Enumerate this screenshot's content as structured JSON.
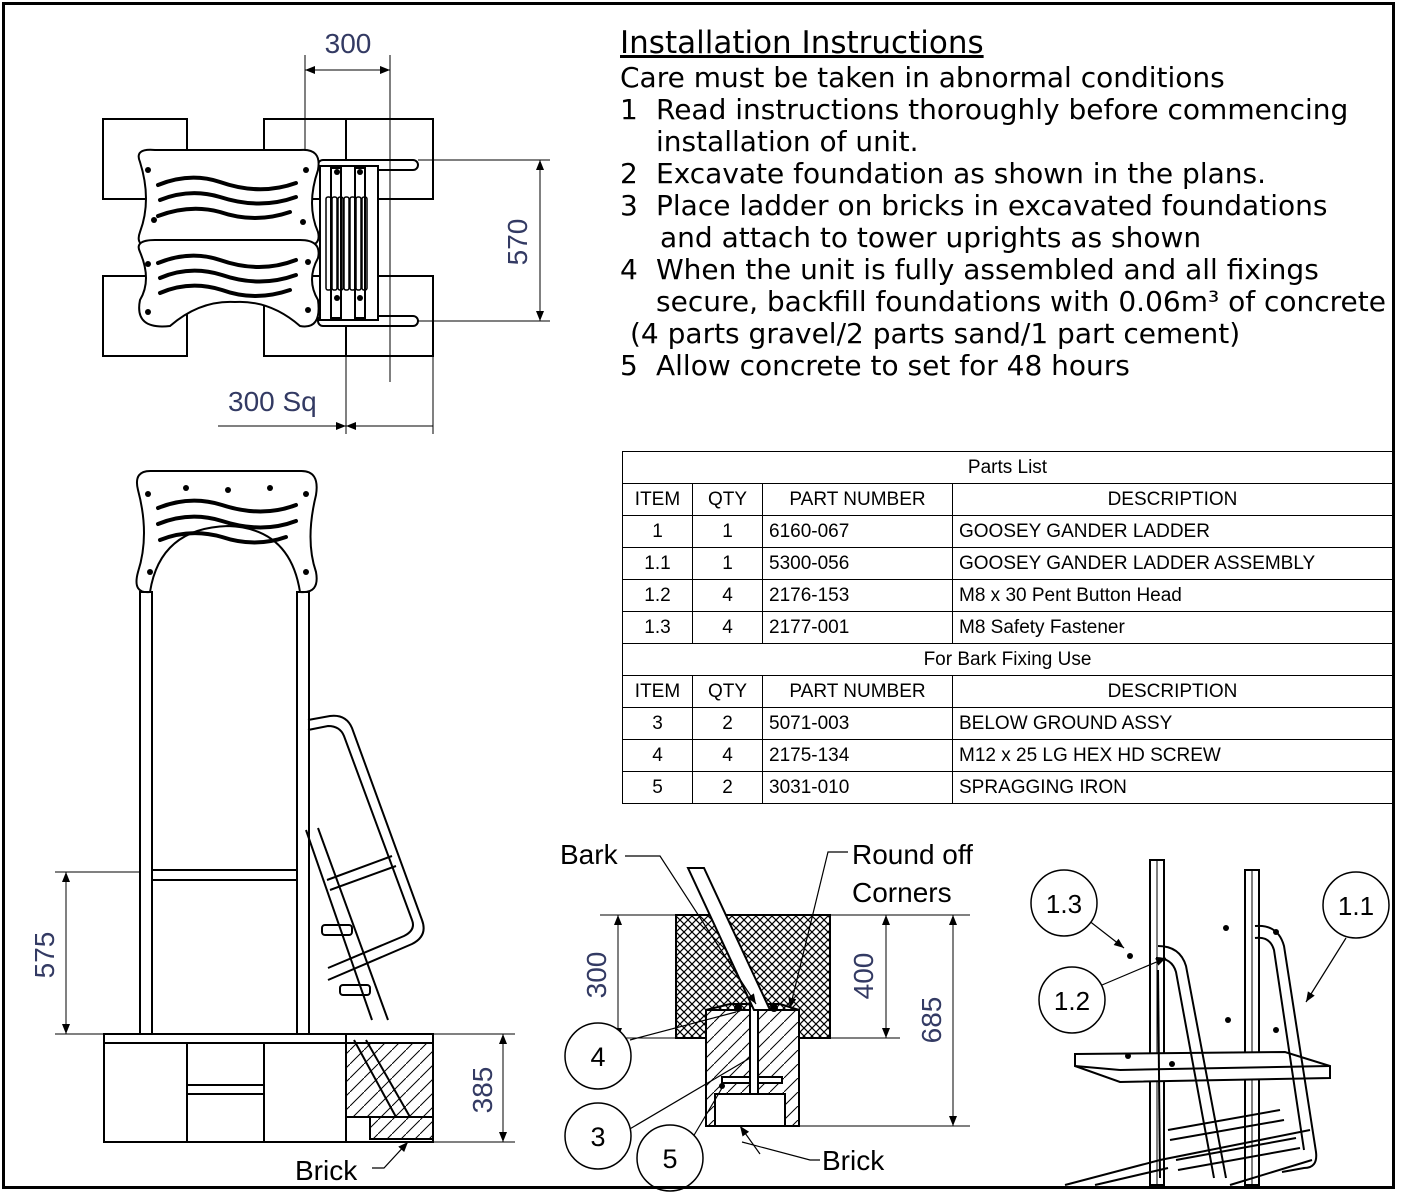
{
  "instructions": {
    "title": "Installation Instructions",
    "intro": "Care must be taken in abnormal conditions",
    "steps": [
      {
        "num": "1",
        "lines": [
          "Read instructions thoroughly before commencing",
          "installation of unit."
        ]
      },
      {
        "num": "2",
        "lines": [
          "Excavate foundation as shown in the plans."
        ]
      },
      {
        "num": "3",
        "lines": [
          "Place ladder on bricks in excavated foundations",
          "and attach to tower uprights as shown"
        ]
      },
      {
        "num": "4",
        "lines": [
          "When the unit is fully assembled and all fixings",
          "secure, backfill foundations with 0.06m³ of concrete",
          "(4 parts gravel/2 parts sand/1 part cement)"
        ]
      },
      {
        "num": "5",
        "lines": [
          "Allow concrete to set for 48 hours"
        ]
      }
    ]
  },
  "parts_list": {
    "title": "Parts List",
    "headers": [
      "ITEM",
      "QTY",
      "PART NUMBER",
      "DESCRIPTION"
    ],
    "rows": [
      [
        "1",
        "1",
        "6160-067",
        "GOOSEY GANDER LADDER"
      ],
      [
        "1.1",
        "1",
        "5300-056",
        "GOOSEY GANDER LADDER ASSEMBLY"
      ],
      [
        "1.2",
        "4",
        "2176-153",
        "M8 x 30 Pent Button Head"
      ],
      [
        "1.3",
        "4",
        "2177-001",
        "M8 Safety Fastener"
      ]
    ],
    "bark_title": "For Bark Fixing Use",
    "bark_headers": [
      "ITEM",
      "QTY",
      "PART NUMBER",
      "DESCRIPTION"
    ],
    "bark_rows": [
      [
        "3",
        "2",
        "5071-003",
        "BELOW GROUND ASSY"
      ],
      [
        "4",
        "4",
        "2175-134",
        "M12 x 25 LG HEX HD SCREW"
      ],
      [
        "5",
        "2",
        "3031-010",
        "SPRAGGING IRON"
      ]
    ]
  },
  "dimensions": {
    "top_width": "300",
    "top_height": "570",
    "top_square": "300 Sq",
    "front_height": "575",
    "front_depth": "385",
    "section_300": "300",
    "section_400": "400",
    "section_685": "685"
  },
  "labels": {
    "brick_front": "Brick",
    "bark": "Bark",
    "round_off_1": "Round off",
    "round_off_2": "Corners",
    "brick_section": "Brick"
  },
  "balloons": {
    "b4": "4",
    "b3": "3",
    "b5": "5",
    "b13": "1.3",
    "b12": "1.2",
    "b11": "1.1"
  },
  "colors": {
    "dimension_text": "#333a63",
    "line": "#000000"
  }
}
